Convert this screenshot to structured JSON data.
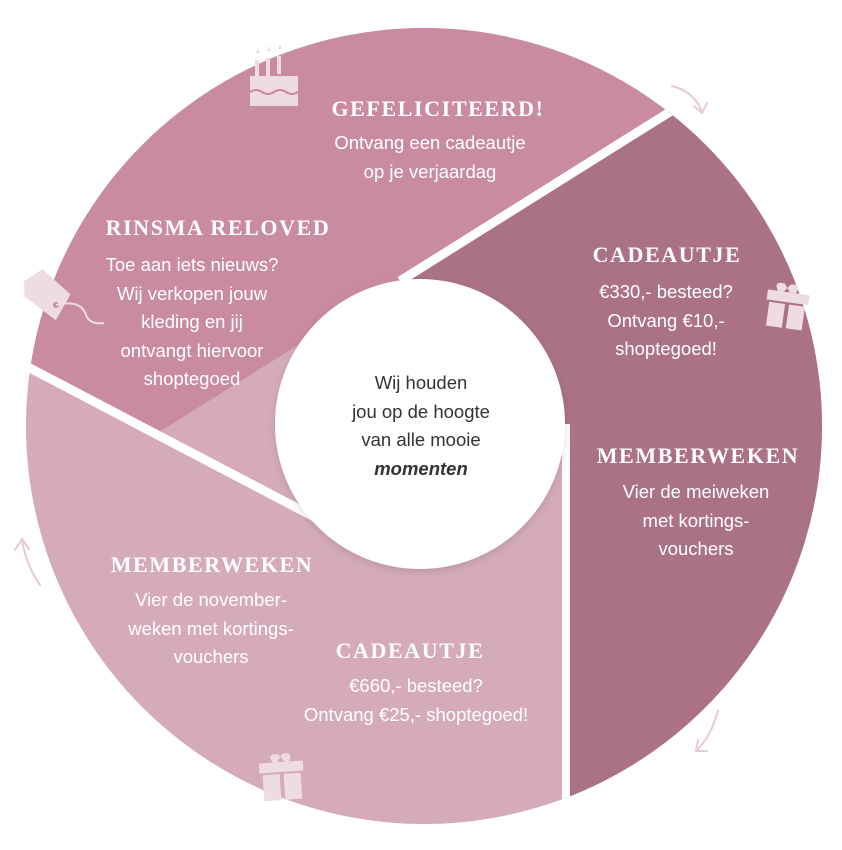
{
  "colors": {
    "top": "#C98BA0",
    "right": "#AB7285",
    "bottom": "#D5ABB8",
    "icon": "#EFDCE3",
    "arrow": "#E6CBD4"
  },
  "center": {
    "lines": [
      "Wij houden",
      "jou op de hoogte",
      "van alle mooie"
    ],
    "emphasis": "momenten"
  },
  "segments": {
    "birthday": {
      "title": "GEFELICITEERD!",
      "lines": [
        "Ontvang een cadeautje",
        "op je verjaardag"
      ],
      "icon": "birthday-cake-icon"
    },
    "reloved": {
      "title": "RINSMA RELOVED",
      "lines": [
        "Toe aan iets nieuws?",
        "Wij verkopen jouw",
        "kleding en jij",
        "ontvangt hiervoor",
        "shoptegoed"
      ],
      "icon": "price-tag-icon"
    },
    "gift_330": {
      "title": "CADEAUTJE",
      "lines": [
        "€330,- besteed?",
        "Ontvang €10,-",
        "shoptegoed!"
      ],
      "icon": "gift-icon"
    },
    "member_may": {
      "title": "MEMBERWEKEN",
      "lines": [
        "Vier de meiweken",
        "met kortings-",
        "vouchers"
      ]
    },
    "member_nov": {
      "title": "MEMBERWEKEN",
      "lines": [
        "Vier de november-",
        "weken met kortings-",
        "vouchers"
      ]
    },
    "gift_660": {
      "title": "CADEAUTJE",
      "lines": [
        "€660,- besteed?",
        "Ontvang €25,- shoptegoed!"
      ],
      "icon": "gift-icon"
    }
  }
}
